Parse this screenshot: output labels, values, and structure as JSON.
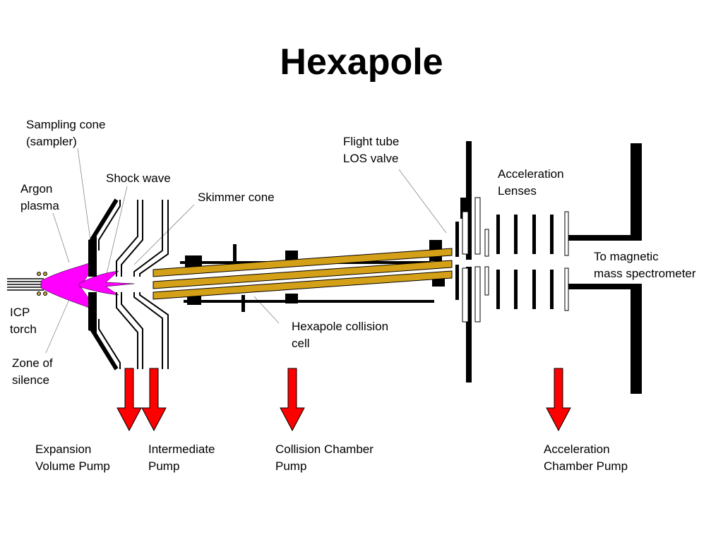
{
  "title": "Hexapole",
  "labels": {
    "sampling_cone": [
      "Sampling cone",
      "(sampler)"
    ],
    "argon_plasma": [
      "Argon",
      "plasma"
    ],
    "shock_wave": [
      "Shock wave"
    ],
    "skimmer_cone": [
      "Skimmer cone"
    ],
    "icp_torch": [
      "ICP",
      "torch"
    ],
    "zone_of_silence": [
      "Zone of",
      "silence"
    ],
    "flight_tube": [
      "Flight tube",
      "LOS valve"
    ],
    "acceleration_lenses": [
      "Acceleration",
      "Lenses"
    ],
    "magnetic": [
      "To magnetic",
      "mass spectrometer"
    ],
    "collision_cell": [
      "Hexapole collision",
      "cell"
    ],
    "expansion_pump": [
      "Expansion",
      "Volume Pump"
    ],
    "intermediate_pump": [
      "Intermediate",
      "Pump"
    ],
    "collision_pump": [
      "Collision Chamber",
      "Pump"
    ],
    "acceleration_pump": [
      "Acceleration",
      "Chamber Pump"
    ]
  },
  "colors": {
    "plasma": "#ff00ff",
    "rods": "#d4a017",
    "pump_arrow": "#ff0000",
    "outline": "#000000"
  }
}
